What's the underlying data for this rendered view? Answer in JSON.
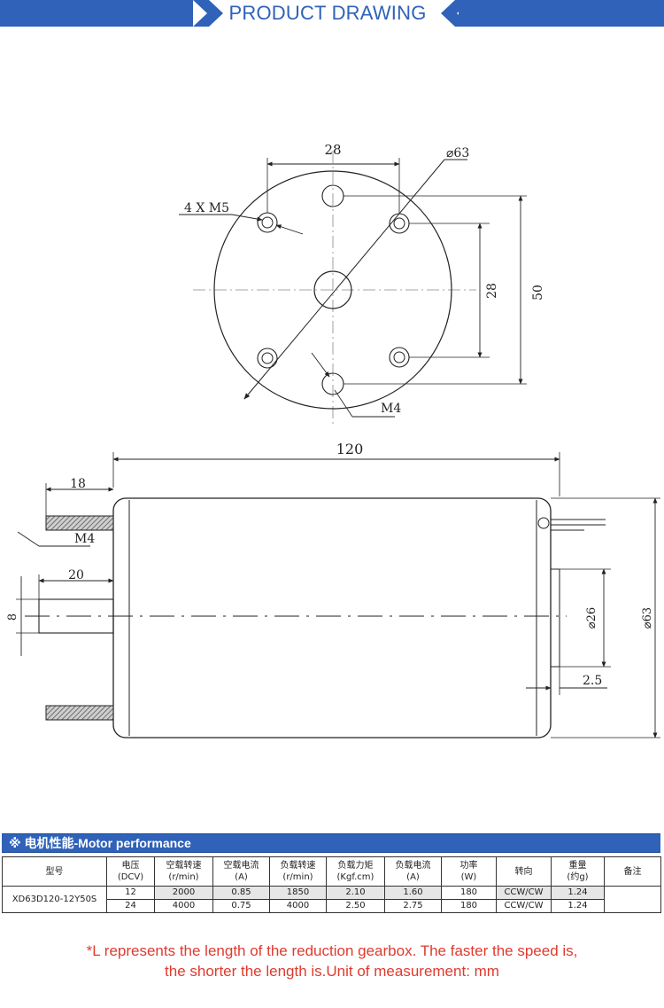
{
  "banner": {
    "title": "PRODUCT DRAWING",
    "color": "#2f62b8"
  },
  "drawing": {
    "dimensions": {
      "top_width": "28",
      "outer_diameter": "⌀63",
      "holes": "4 X M5",
      "vertical_pitch": "28",
      "vertical_span": "50",
      "center_hole": "M4",
      "length": "120",
      "shaft_projection": "18",
      "shaft_thread": "M4",
      "shaft_length": "20",
      "shaft_diameter": "8",
      "rear_boss": "⌀26",
      "boss_height": "2.5",
      "body_diameter": "⌀63"
    }
  },
  "performance": {
    "section_title": "※ 电机性能-Motor performance",
    "columns": [
      [
        "型号"
      ],
      [
        "电压",
        "(DCV)"
      ],
      [
        "空载转速",
        "(r/min)"
      ],
      [
        "空载电流",
        "(A)"
      ],
      [
        "负载转速",
        "(r/min)"
      ],
      [
        "负载力矩",
        "(Kgf.cm)"
      ],
      [
        "负载电流",
        "(A)"
      ],
      [
        "功率",
        "(W)"
      ],
      [
        "转向"
      ],
      [
        "重量",
        "(约g)"
      ],
      [
        "备注"
      ]
    ],
    "model": "XD63D120-12Y50S",
    "rows": [
      [
        "12",
        "2000",
        "0.85",
        "1850",
        "2.10",
        "1.60",
        "180",
        "CCW/CW",
        "1.24"
      ],
      [
        "24",
        "4000",
        "0.75",
        "4000",
        "2.50",
        "2.75",
        "180",
        "CCW/CW",
        "1.24"
      ]
    ],
    "remark": ""
  },
  "footnote": {
    "line1": "*L represents the length of the reduction gearbox. The faster the speed is,",
    "line2": "the shorter the length is.Unit of measurement: mm",
    "color": "#e03a2e"
  }
}
